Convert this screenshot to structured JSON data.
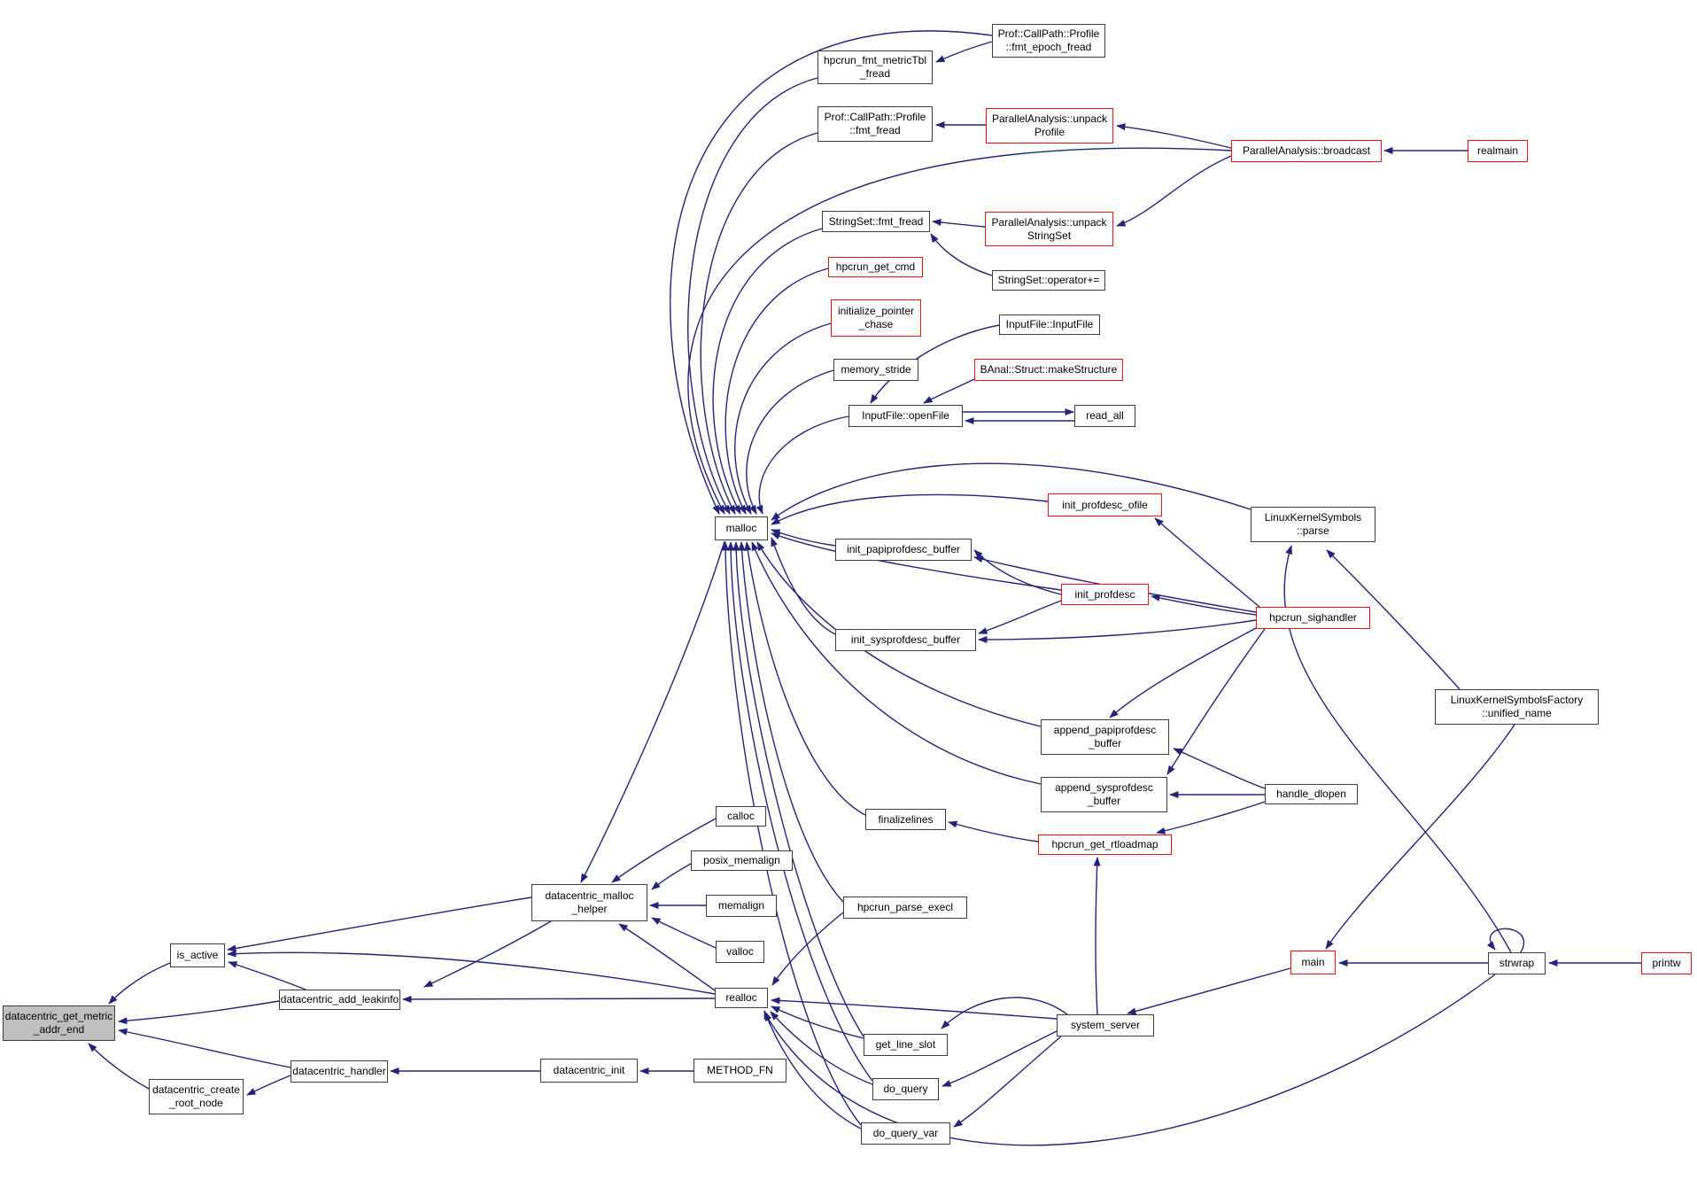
{
  "diagram": {
    "kind": "doxygen-caller-graph",
    "focus_function": "datacentric_get_metric_addr_end",
    "edge_color": "#23237b",
    "node_border_color": "#3d3d3d",
    "highlight_border_color": "#ee1111",
    "focus_fill_color": "#bfbfbf"
  },
  "nodes": [
    {
      "id": "malloc",
      "label": "malloc",
      "style": "normal"
    },
    {
      "id": "hpcrun_fmt_metricTbl_fread",
      "label": "hpcrun_fmt_metricTbl\n_fread",
      "style": "normal"
    },
    {
      "id": "fmt_epoch_fread",
      "label": "Prof::CallPath::Profile\n::fmt_epoch_fread",
      "style": "normal"
    },
    {
      "id": "fmt_fread",
      "label": "Prof::CallPath::Profile\n::fmt_fread",
      "style": "normal"
    },
    {
      "id": "unpackProfile",
      "label": "ParallelAnalysis::unpack\nProfile",
      "style": "red"
    },
    {
      "id": "broadcast",
      "label": "ParallelAnalysis::broadcast",
      "style": "red"
    },
    {
      "id": "realmain",
      "label": "realmain",
      "style": "red"
    },
    {
      "id": "stringset_fmt_fread",
      "label": "StringSet::fmt_fread",
      "style": "normal"
    },
    {
      "id": "unpackStringSet",
      "label": "ParallelAnalysis::unpack\nStringSet",
      "style": "red"
    },
    {
      "id": "hpcrun_get_cmd",
      "label": "hpcrun_get_cmd",
      "style": "red"
    },
    {
      "id": "stringset_operator",
      "label": "StringSet::operator+=",
      "style": "normal"
    },
    {
      "id": "initialize_pointer_chase",
      "label": "initialize_pointer\n_chase",
      "style": "red"
    },
    {
      "id": "inputfile_inputfile",
      "label": "InputFile::InputFile",
      "style": "normal"
    },
    {
      "id": "memory_stride",
      "label": "memory_stride",
      "style": "normal"
    },
    {
      "id": "makeStructure",
      "label": "BAnal::Struct::makeStructure",
      "style": "red"
    },
    {
      "id": "inputfile_openfile",
      "label": "InputFile::openFile",
      "style": "normal"
    },
    {
      "id": "read_all",
      "label": "read_all",
      "style": "normal"
    },
    {
      "id": "init_profdesc_ofile",
      "label": "init_profdesc_ofile",
      "style": "red"
    },
    {
      "id": "linuxkernelsymbols_parse",
      "label": "LinuxKernelSymbols\n::parse",
      "style": "normal"
    },
    {
      "id": "init_papiprofdesc_buffer",
      "label": "init_papiprofdesc_buffer",
      "style": "normal"
    },
    {
      "id": "init_profdesc",
      "label": "init_profdesc",
      "style": "red"
    },
    {
      "id": "init_sysprofdesc_buffer",
      "label": "init_sysprofdesc_buffer",
      "style": "normal"
    },
    {
      "id": "hpcrun_sighandler",
      "label": "hpcrun_sighandler",
      "style": "red"
    },
    {
      "id": "unified_name",
      "label": "LinuxKernelSymbolsFactory\n::unified_name",
      "style": "normal"
    },
    {
      "id": "append_papiprofdesc_buffer",
      "label": "append_papiprofdesc\n_buffer",
      "style": "normal"
    },
    {
      "id": "append_sysprofdesc_buffer",
      "label": "append_sysprofdesc\n_buffer",
      "style": "normal"
    },
    {
      "id": "handle_dlopen",
      "label": "handle_dlopen",
      "style": "normal"
    },
    {
      "id": "finalizelines",
      "label": "finalizelines",
      "style": "normal"
    },
    {
      "id": "hpcrun_get_rtloadmap",
      "label": "hpcrun_get_rtloadmap",
      "style": "red"
    },
    {
      "id": "calloc",
      "label": "calloc",
      "style": "normal"
    },
    {
      "id": "posix_memalign",
      "label": "posix_memalign",
      "style": "normal"
    },
    {
      "id": "memalign",
      "label": "memalign",
      "style": "normal"
    },
    {
      "id": "valloc",
      "label": "valloc",
      "style": "normal"
    },
    {
      "id": "datacentric_malloc_helper",
      "label": "datacentric_malloc\n_helper",
      "style": "normal"
    },
    {
      "id": "realloc",
      "label": "realloc",
      "style": "normal"
    },
    {
      "id": "hpcrun_parse_execl",
      "label": "hpcrun_parse_execl",
      "style": "normal"
    },
    {
      "id": "is_active",
      "label": "is_active",
      "style": "normal"
    },
    {
      "id": "datacentric_get_metric_addr_end",
      "label": "datacentric_get_metric\n_addr_end",
      "style": "focus"
    },
    {
      "id": "datacentric_add_leakinfo",
      "label": "datacentric_add_leakinfo",
      "style": "normal"
    },
    {
      "id": "datacentric_create_root_node",
      "label": "datacentric_create\n_root_node",
      "style": "normal"
    },
    {
      "id": "datacentric_handler",
      "label": "datacentric_handler",
      "style": "normal"
    },
    {
      "id": "datacentric_init",
      "label": "datacentric_init",
      "style": "normal"
    },
    {
      "id": "METHOD_FN",
      "label": "METHOD_FN",
      "style": "normal"
    },
    {
      "id": "get_line_slot",
      "label": "get_line_slot",
      "style": "normal"
    },
    {
      "id": "do_query",
      "label": "do_query",
      "style": "normal"
    },
    {
      "id": "do_query_var",
      "label": "do_query_var",
      "style": "normal"
    },
    {
      "id": "system_server",
      "label": "system_server",
      "style": "normal"
    },
    {
      "id": "main",
      "label": "main",
      "style": "red"
    },
    {
      "id": "strwrap",
      "label": "strwrap",
      "style": "normal"
    },
    {
      "id": "printw",
      "label": "printw",
      "style": "red"
    }
  ],
  "edges": [
    [
      "fmt_epoch_fread",
      "malloc"
    ],
    [
      "broadcast",
      "malloc"
    ],
    [
      "hpcrun_fmt_metricTbl_fread",
      "malloc"
    ],
    [
      "fmt_fread",
      "malloc"
    ],
    [
      "stringset_fmt_fread",
      "malloc"
    ],
    [
      "hpcrun_get_cmd",
      "malloc"
    ],
    [
      "initialize_pointer_chase",
      "malloc"
    ],
    [
      "memory_stride",
      "malloc"
    ],
    [
      "inputfile_openfile",
      "malloc"
    ],
    [
      "linuxkernelsymbols_parse",
      "malloc"
    ],
    [
      "init_profdesc_ofile",
      "malloc"
    ],
    [
      "init_papiprofdesc_buffer",
      "malloc"
    ],
    [
      "init_profdesc",
      "malloc"
    ],
    [
      "init_sysprofdesc_buffer",
      "malloc"
    ],
    [
      "append_papiprofdesc_buffer",
      "malloc"
    ],
    [
      "append_sysprofdesc_buffer",
      "malloc"
    ],
    [
      "finalizelines",
      "malloc"
    ],
    [
      "hpcrun_parse_execl",
      "malloc"
    ],
    [
      "get_line_slot",
      "malloc"
    ],
    [
      "do_query",
      "malloc"
    ],
    [
      "do_query_var",
      "malloc"
    ],
    [
      "fmt_epoch_fread",
      "hpcrun_fmt_metricTbl_fread"
    ],
    [
      "unpackProfile",
      "fmt_fread"
    ],
    [
      "broadcast",
      "unpackProfile"
    ],
    [
      "broadcast",
      "unpackStringSet"
    ],
    [
      "realmain",
      "broadcast"
    ],
    [
      "unpackStringSet",
      "stringset_fmt_fread"
    ],
    [
      "stringset_operator",
      "stringset_fmt_fread"
    ],
    [
      "inputfile_inputfile",
      "inputfile_openfile"
    ],
    [
      "makeStructure",
      "inputfile_openfile"
    ],
    [
      "inputfile_openfile",
      "read_all"
    ],
    [
      "read_all",
      "inputfile_openfile"
    ],
    [
      "hpcrun_sighandler",
      "init_profdesc"
    ],
    [
      "hpcrun_sighandler",
      "init_profdesc_ofile"
    ],
    [
      "hpcrun_sighandler",
      "init_papiprofdesc_buffer"
    ],
    [
      "hpcrun_sighandler",
      "init_sysprofdesc_buffer"
    ],
    [
      "init_profdesc",
      "init_papiprofdesc_buffer"
    ],
    [
      "init_profdesc",
      "init_sysprofdesc_buffer"
    ],
    [
      "hpcrun_sighandler",
      "append_papiprofdesc_buffer"
    ],
    [
      "hpcrun_sighandler",
      "append_sysprofdesc_buffer"
    ],
    [
      "handle_dlopen",
      "append_papiprofdesc_buffer"
    ],
    [
      "handle_dlopen",
      "append_sysprofdesc_buffer"
    ],
    [
      "handle_dlopen",
      "hpcrun_get_rtloadmap"
    ],
    [
      "hpcrun_get_rtloadmap",
      "finalizelines"
    ],
    [
      "system_server",
      "hpcrun_get_rtloadmap"
    ],
    [
      "unified_name",
      "linuxkernelsymbols_parse"
    ],
    [
      "strwrap",
      "linuxkernelsymbols_parse"
    ],
    [
      "unified_name",
      "main"
    ],
    [
      "strwrap",
      "main"
    ],
    [
      "printw",
      "strwrap"
    ],
    [
      "strwrap",
      "strwrap"
    ],
    [
      "main",
      "system_server"
    ],
    [
      "system_server",
      "do_query"
    ],
    [
      "system_server",
      "do_query_var"
    ],
    [
      "system_server",
      "get_line_slot"
    ],
    [
      "system_server",
      "realloc"
    ],
    [
      "get_line_slot",
      "realloc"
    ],
    [
      "do_query",
      "realloc"
    ],
    [
      "do_query_var",
      "realloc"
    ],
    [
      "hpcrun_parse_execl",
      "realloc"
    ],
    [
      "strwrap",
      "realloc"
    ],
    [
      "malloc",
      "datacentric_malloc_helper"
    ],
    [
      "calloc",
      "datacentric_malloc_helper"
    ],
    [
      "posix_memalign",
      "datacentric_malloc_helper"
    ],
    [
      "memalign",
      "datacentric_malloc_helper"
    ],
    [
      "valloc",
      "datacentric_malloc_helper"
    ],
    [
      "realloc",
      "datacentric_malloc_helper"
    ],
    [
      "realloc",
      "is_active"
    ],
    [
      "realloc",
      "datacentric_add_leakinfo"
    ],
    [
      "datacentric_malloc_helper",
      "is_active"
    ],
    [
      "datacentric_malloc_helper",
      "datacentric_add_leakinfo"
    ],
    [
      "datacentric_add_leakinfo",
      "is_active"
    ],
    [
      "is_active",
      "datacentric_get_metric_addr_end"
    ],
    [
      "datacentric_add_leakinfo",
      "datacentric_get_metric_addr_end"
    ],
    [
      "datacentric_handler",
      "datacentric_get_metric_addr_end"
    ],
    [
      "datacentric_create_root_node",
      "datacentric_get_metric_addr_end"
    ],
    [
      "datacentric_handler",
      "datacentric_create_root_node"
    ],
    [
      "datacentric_init",
      "datacentric_handler"
    ],
    [
      "METHOD_FN",
      "datacentric_init"
    ]
  ]
}
